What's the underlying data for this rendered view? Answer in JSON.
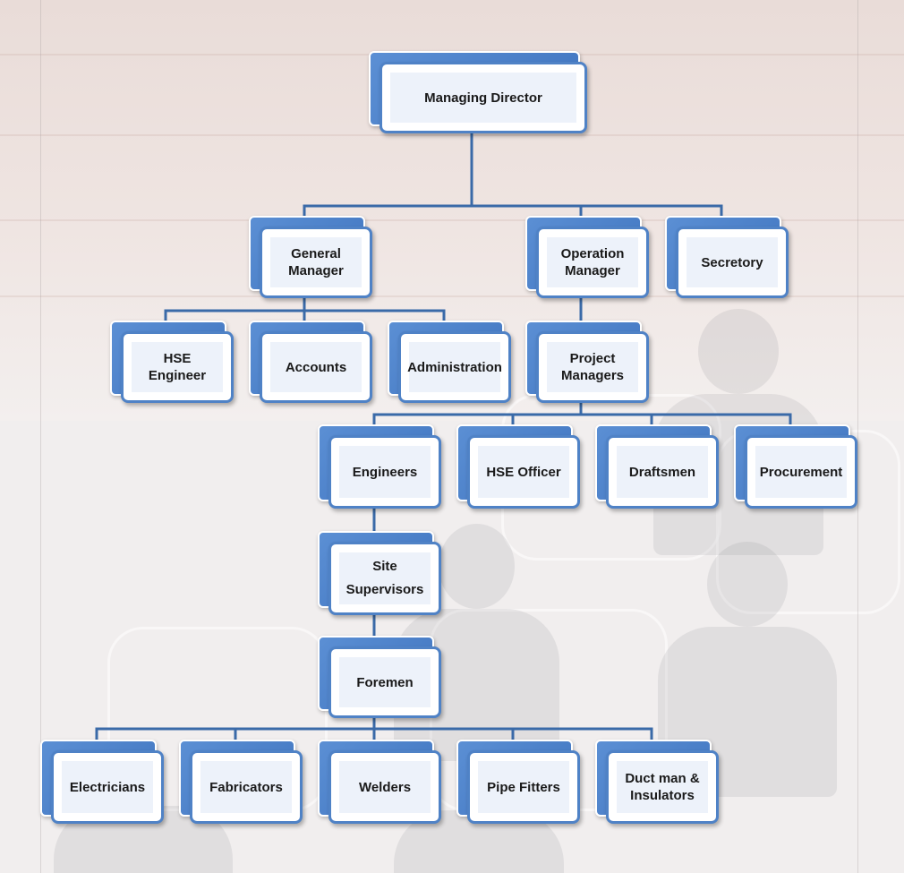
{
  "org_chart": {
    "managing_director": "Managing Director",
    "general_manager": "General\nManager",
    "operation_manager": "Operation\nManager",
    "secretory": "Secretory",
    "hse_engineer": "HSE Engineer",
    "accounts": "Accounts",
    "administration": "Administration",
    "project_managers": "Project\nManagers",
    "engineers": "Engineers",
    "hse_officer": "HSE Officer",
    "draftsmen": "Draftsmen",
    "procurement": "Procurement",
    "site_supervisors": "Site\nSupervisors",
    "foremen": "Foremen",
    "electricians": "Electricians",
    "fabricators": "Fabricators",
    "welders": "Welders",
    "pipe_fitters": "Pipe Fitters",
    "duct_man_insulators": "Duct man &\nInsulators"
  },
  "colors": {
    "box_blue": "#4f82c6",
    "box_fill": "#edf2fa",
    "connector": "#3a6aa8"
  }
}
